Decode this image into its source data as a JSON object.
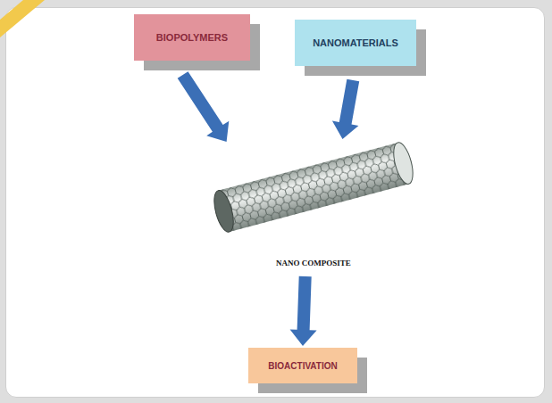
{
  "diagram": {
    "nodes": [
      {
        "text": [
          "BIOPOLYMERS"
        ]
      },
      {
        "text": [
          "NANOMATERIALS"
        ]
      },
      {
        "text": [
          "NANO COMPOSITE"
        ]
      },
      {
        "text": [
          "BIOACTIVATION"
        ]
      }
    ],
    "edges": [
      {
        "from": 0,
        "to": 2,
        "arrow": "to"
      },
      {
        "from": 1,
        "to": 2,
        "arrow": "to"
      },
      {
        "from": 2,
        "to": 3,
        "arrow": "to"
      }
    ]
  }
}
